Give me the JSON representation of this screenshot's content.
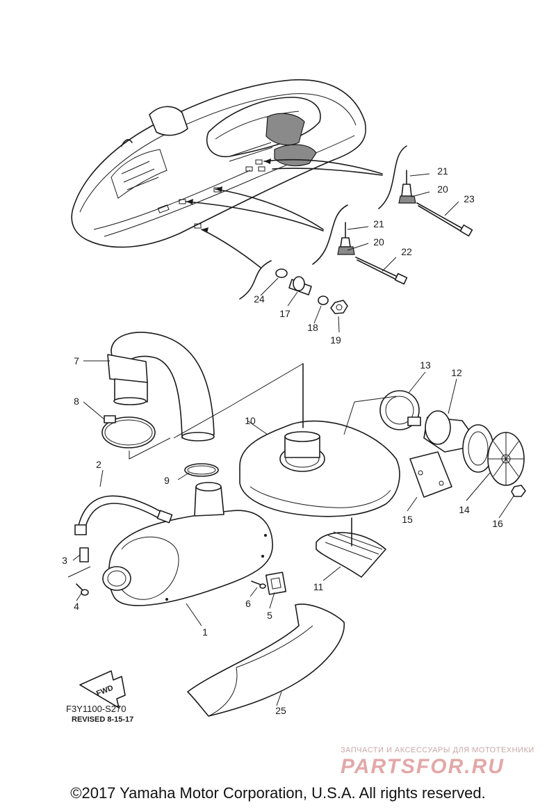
{
  "callouts": [
    {
      "id": "1",
      "label": "1"
    },
    {
      "id": "2",
      "label": "2"
    },
    {
      "id": "3",
      "label": "3"
    },
    {
      "id": "4",
      "label": "4"
    },
    {
      "id": "5",
      "label": "5"
    },
    {
      "id": "6",
      "label": "6"
    },
    {
      "id": "7",
      "label": "7"
    },
    {
      "id": "8",
      "label": "8"
    },
    {
      "id": "9",
      "label": "9"
    },
    {
      "id": "10",
      "label": "10"
    },
    {
      "id": "11",
      "label": "11"
    },
    {
      "id": "12",
      "label": "12"
    },
    {
      "id": "13",
      "label": "13"
    },
    {
      "id": "14",
      "label": "14"
    },
    {
      "id": "15",
      "label": "15"
    },
    {
      "id": "16",
      "label": "16"
    },
    {
      "id": "17",
      "label": "17"
    },
    {
      "id": "18",
      "label": "18"
    },
    {
      "id": "19",
      "label": "19"
    },
    {
      "id": "20a",
      "label": "20"
    },
    {
      "id": "20b",
      "label": "20"
    },
    {
      "id": "21a",
      "label": "21"
    },
    {
      "id": "21b",
      "label": "21"
    },
    {
      "id": "22",
      "label": "22"
    },
    {
      "id": "23",
      "label": "23"
    },
    {
      "id": "24",
      "label": "24"
    },
    {
      "id": "25",
      "label": "25"
    }
  ],
  "fwd_label": "FWD",
  "diagram_code": "F3Y1100-S270",
  "revised": "REVISED 8-15-17",
  "watermark": {
    "tagline": "ЗАПЧАСТИ И АКСЕССУАРЫ ДЛЯ МОТОТЕХНИКИ",
    "logo": "PARTSFOR.RU"
  },
  "copyright": "©2017 Yamaha Motor Corporation, U.S.A. All rights reserved."
}
